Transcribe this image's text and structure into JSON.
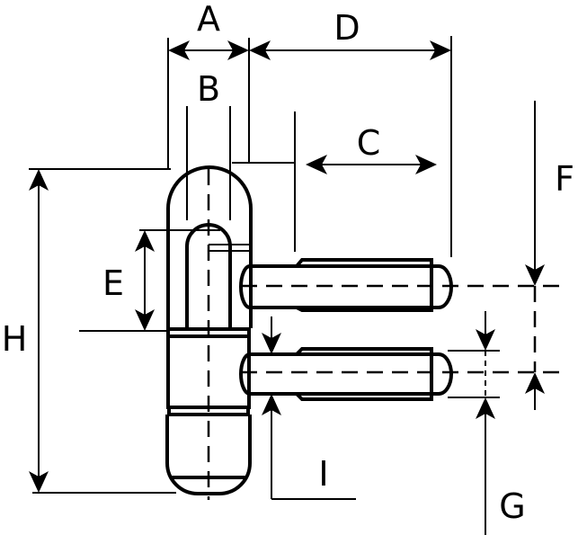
{
  "diagram": {
    "title": "Hinge dimension drawing",
    "labels": {
      "A": "A",
      "B": "B",
      "C": "C",
      "D": "D",
      "E": "E",
      "F": "F",
      "G": "G",
      "H": "H",
      "I": "I"
    },
    "line_color": "#000000",
    "background": "#ffffff"
  }
}
